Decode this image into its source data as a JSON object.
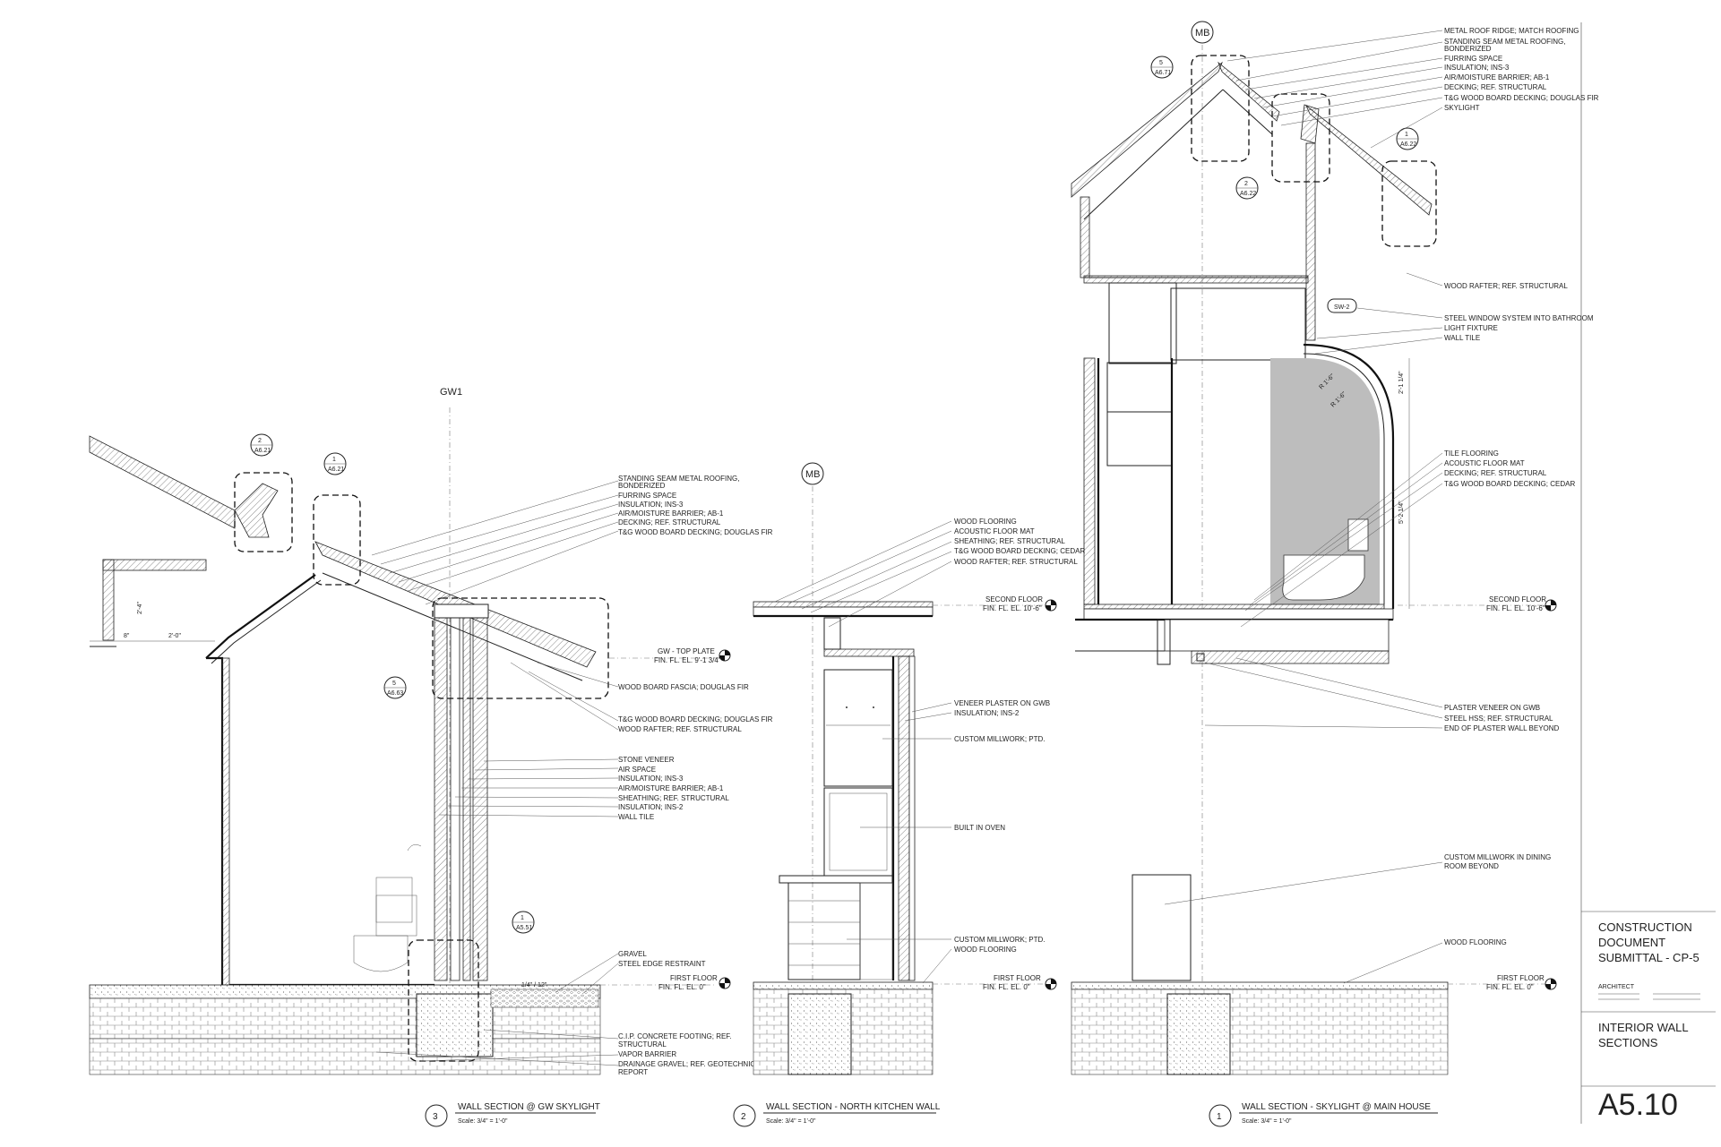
{
  "sheet": {
    "number": "A5.10",
    "title": "INTERIOR WALL SECTIONS",
    "status": [
      "CONSTRUCTION",
      "DOCUMENT",
      "SUBMITTAL - CP-5"
    ],
    "architect_label": "ARCHITECT"
  },
  "details": [
    {
      "number": "3",
      "title": "WALL SECTION @ GW SKYLIGHT",
      "scale": "Scale: 3/4\" = 1'-0\"",
      "gridline": "GW1",
      "tags": [
        {
          "num": "2",
          "sheet": "A6.21"
        },
        {
          "num": "1",
          "sheet": "A6.21"
        },
        {
          "num": "5",
          "sheet": "A6.63"
        },
        {
          "num": "1",
          "sheet": "A5.51"
        }
      ],
      "dims": [
        "2'-4\"",
        "8\"",
        "2'-0\"",
        "1/4\" / 12\""
      ],
      "levels": [
        {
          "name": "GW - TOP PLATE",
          "el": "FIN. FL. EL. 9'-1 3/4\""
        },
        {
          "name": "FIRST FLOOR",
          "el": "FIN. FL. EL. 0\""
        }
      ],
      "notes_roof": [
        "STANDING SEAM METAL ROOFING,",
        "BONDERIZED",
        "FURRING SPACE",
        "INSULATION; INS-3",
        "AIR/MOISTURE BARRIER; AB-1",
        "DECKING; REF. STRUCTURAL",
        "T&G WOOD BOARD DECKING; DOUGLAS FIR"
      ],
      "notes_fascia": [
        "WOOD BOARD FASCIA; DOUGLAS FIR"
      ],
      "notes_rafter": [
        "T&G WOOD BOARD DECKING; DOUGLAS FIR",
        "WOOD RAFTER; REF. STRUCTURAL"
      ],
      "notes_wall": [
        "STONE VENEER",
        "AIR SPACE",
        "INSULATION; INS-3",
        "AIR/MOISTURE BARRIER; AB-1",
        "SHEATHING; REF. STRUCTURAL",
        "INSULATION; INS-2",
        "WALL TILE"
      ],
      "notes_ground": [
        "GRAVEL",
        "STEEL EDGE RESTRAINT"
      ],
      "notes_footing": [
        "C.I.P. CONCRETE FOOTING; REF.",
        "STRUCTURAL",
        "VAPOR BARRIER",
        "DRAINAGE GRAVEL; REF. GEOTECHNICAL",
        "REPORT"
      ]
    },
    {
      "number": "2",
      "title": "WALL SECTION - NORTH KITCHEN WALL",
      "scale": "Scale: 3/4\" = 1'-0\"",
      "gridline": "MB",
      "levels": [
        {
          "name": "SECOND FLOOR",
          "el": "FIN. FL. EL. 10'-6\""
        },
        {
          "name": "FIRST FLOOR",
          "el": "FIN. FL. EL. 0\""
        }
      ],
      "notes_floor": [
        "WOOD FLOORING",
        "ACOUSTIC FLOOR MAT",
        "SHEATHING; REF. STRUCTURAL",
        "T&G WOOD BOARD DECKING; CEDAR",
        "WOOD RAFTER; REF. STRUCTURAL"
      ],
      "notes_wall": [
        "VENEER PLASTER ON GWB",
        "INSULATION; INS-2"
      ],
      "notes_millwork": [
        "CUSTOM MILLWORK; PTD."
      ],
      "notes_oven": [
        "BUILT IN OVEN"
      ],
      "notes_base": [
        "CUSTOM MILLWORK; PTD.",
        "WOOD FLOORING"
      ]
    },
    {
      "number": "1",
      "title": "WALL SECTION - SKYLIGHT @ MAIN HOUSE",
      "scale": "Scale: 3/4\" = 1'-0\"",
      "gridline": "MB",
      "tags": [
        {
          "num": "5",
          "sheet": "A6.71"
        },
        {
          "num": "2",
          "sheet": "A6.22"
        },
        {
          "num": "1",
          "sheet": "A6.22"
        }
      ],
      "window_tag": "SW-2",
      "radius_dims": [
        "R 1'-6\"",
        "R 1'-6\""
      ],
      "dims": [
        "2'-1 1/4\"",
        "5'-2 1/4\""
      ],
      "levels": [
        {
          "name": "SECOND FLOOR",
          "el": "FIN. FL. EL. 10'-6\""
        },
        {
          "name": "FIRST FLOOR",
          "el": "FIN. FL. EL. 0\""
        }
      ],
      "notes_roof": [
        "METAL ROOF RIDGE; MATCH ROOFING",
        "STANDING SEAM METAL ROOFING,",
        "BONDERIZED",
        "FURRING SPACE",
        "INSULATION; INS-3",
        "AIR/MOISTURE BARRIER; AB-1",
        "DECKING; REF. STRUCTURAL",
        "T&G WOOD BOARD DECKING; DOUGLAS FIR",
        "SKYLIGHT"
      ],
      "notes_rafter": [
        "WOOD RAFTER; REF. STRUCTURAL"
      ],
      "notes_window": [
        "STEEL WINDOW SYSTEM INTO BATHROOM",
        "LIGHT FIXTURE",
        "WALL TILE"
      ],
      "notes_floor": [
        "TILE FLOORING",
        "ACOUSTIC FLOOR MAT",
        "DECKING; REF. STRUCTURAL",
        "T&G WOOD BOARD DECKING; CEDAR"
      ],
      "notes_plaster": [
        "PLASTER VENEER ON GWB",
        "STEEL HSS; REF. STRUCTURAL",
        "END OF PLASTER WALL BEYOND"
      ],
      "notes_dining": [
        "CUSTOM MILLWORK IN DINING",
        "ROOM BEYOND"
      ],
      "notes_ground": [
        "WOOD FLOORING"
      ]
    }
  ]
}
